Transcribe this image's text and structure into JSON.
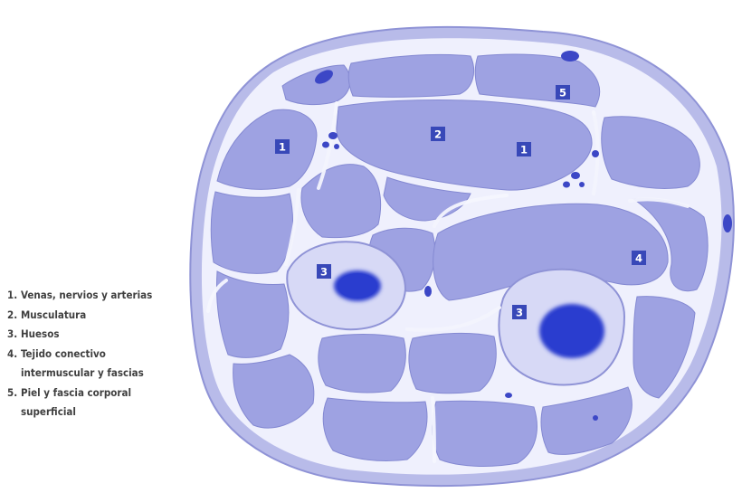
{
  "colors": {
    "background": "#ffffff",
    "skin": "#b8bbe9",
    "skin_edge": "#8f93d6",
    "fascia": "#eff0fd",
    "muscle": "#9ea2e2",
    "muscle_edge": "#8489d2",
    "bone_cortex": "#d7d9f6",
    "bone_marrow": "#2a3dcf",
    "vessel": "#3c47c6",
    "label_box": "#3848b8",
    "label_text": "#ffffff",
    "legend_text": "#3f3f3f"
  },
  "legend": [
    {
      "num": "1.",
      "lines": [
        "Venas, nervios y arterias"
      ]
    },
    {
      "num": "2.",
      "lines": [
        "Musculatura"
      ]
    },
    {
      "num": "3.",
      "lines": [
        "Huesos"
      ]
    },
    {
      "num": "4.",
      "lines": [
        "Tejido conectivo",
        "intermuscular y fascias"
      ]
    },
    {
      "num": "5.",
      "lines": [
        "Piel y fascia corporal",
        "superficial"
      ]
    }
  ],
  "markers": {
    "m1_left": "1",
    "m2": "2",
    "m1_center": "1",
    "m5": "5",
    "m4": "4",
    "m3_left": "3",
    "m3_right": "3"
  }
}
